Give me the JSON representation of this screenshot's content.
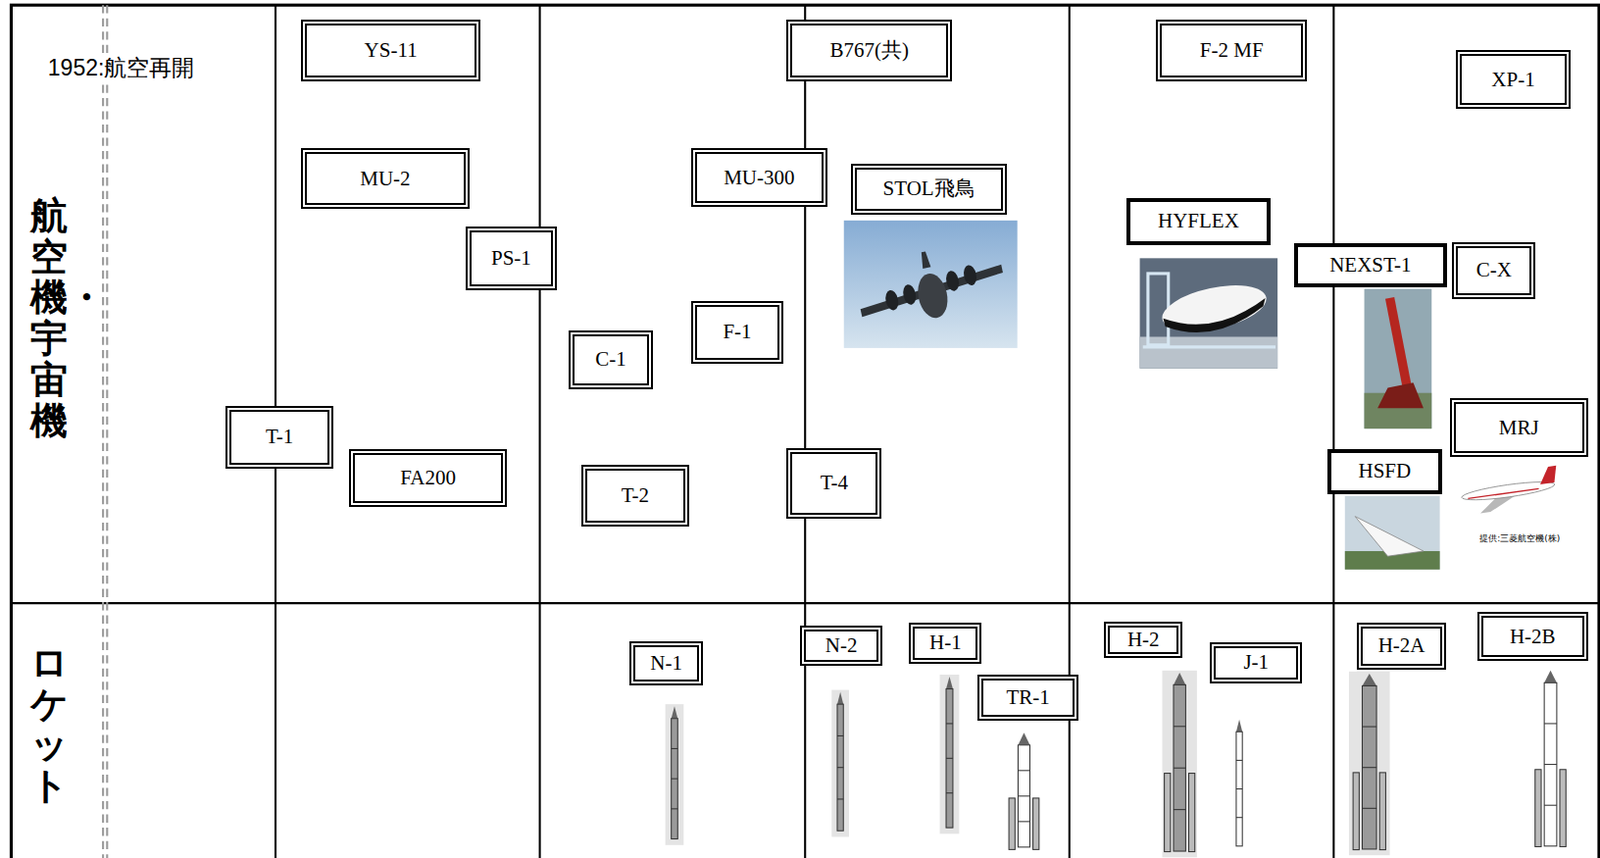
{
  "diagram": {
    "nodes": [
      {
        "text": [
          "YS-11"
        ]
      },
      {
        "text": [
          "MU-2"
        ]
      },
      {
        "text": [
          "PS-1"
        ]
      },
      {
        "text": [
          "T-1"
        ]
      },
      {
        "text": [
          "FA200"
        ]
      },
      {
        "text": [
          "C-1"
        ]
      },
      {
        "text": [
          "F-1"
        ]
      },
      {
        "text": [
          "MU-300"
        ]
      },
      {
        "text": [
          "T-2"
        ]
      },
      {
        "text": [
          "B767(共)"
        ]
      },
      {
        "text": [
          "STOL飛鳥"
        ]
      },
      {
        "text": [
          "T-4"
        ]
      },
      {
        "text": [
          "F-2 MF"
        ]
      },
      {
        "text": [
          "HYFLEX"
        ]
      },
      {
        "text": [
          "NEXST-1"
        ]
      },
      {
        "text": [
          "XP-1"
        ]
      },
      {
        "text": [
          "C-X"
        ]
      },
      {
        "text": [
          "MRJ"
        ]
      },
      {
        "text": [
          "HSFD"
        ]
      },
      {
        "text": [
          "N-1"
        ]
      },
      {
        "text": [
          "N-2"
        ]
      },
      {
        "text": [
          "H-1"
        ]
      },
      {
        "text": [
          "TR-1"
        ]
      },
      {
        "text": [
          "H-2"
        ]
      },
      {
        "text": [
          "J-1"
        ]
      },
      {
        "text": [
          "H-2A"
        ]
      },
      {
        "text": [
          "H-2B"
        ]
      }
    ],
    "labels": [
      "1952:航空再開",
      "航空機・宇宙機",
      "ロケット",
      "提供:三菱航空機(株)"
    ]
  }
}
